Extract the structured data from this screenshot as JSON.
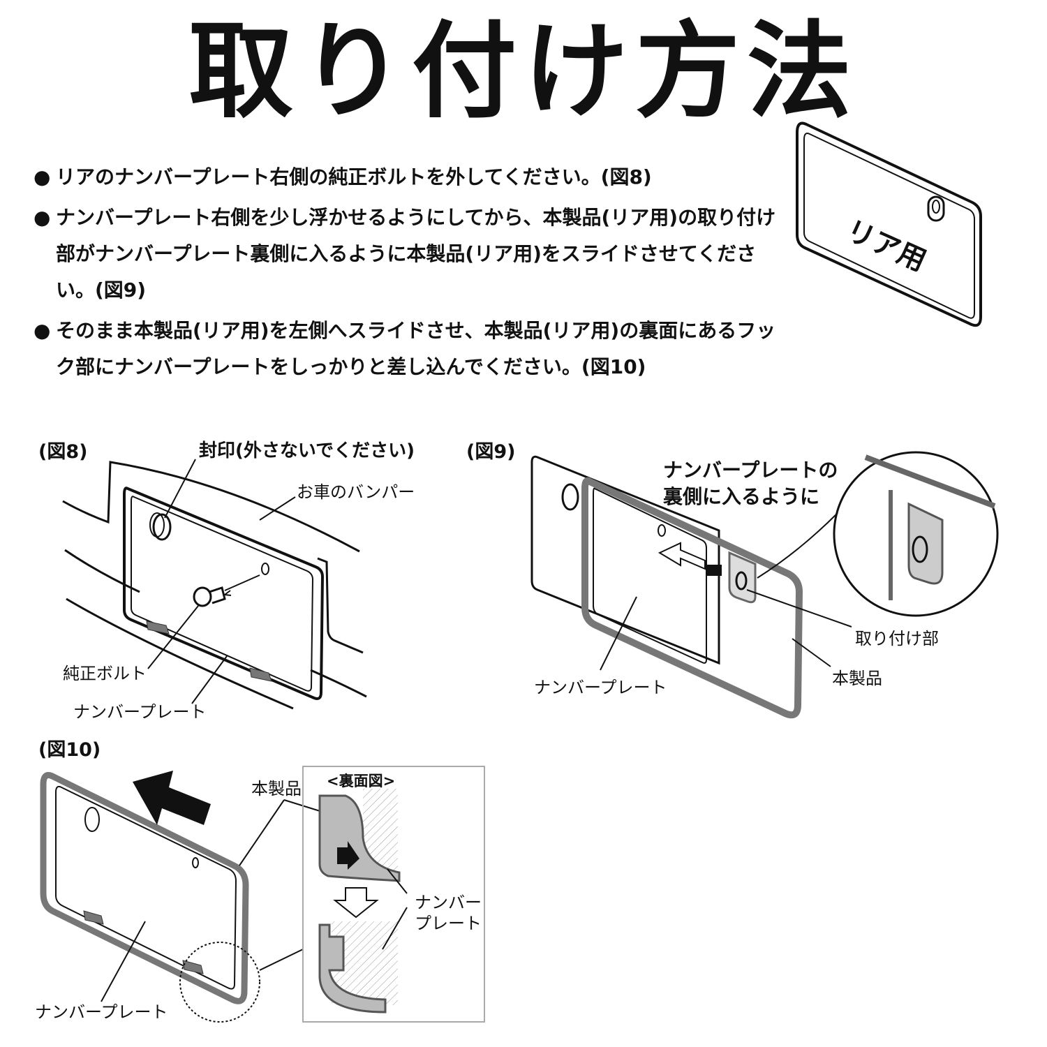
{
  "title": "取り付け方法",
  "rear_badge": "リア用",
  "instructions": [
    {
      "bullet": "●",
      "text": "リアのナンバープレート右側の純正ボルトを外してください。(図8)"
    },
    {
      "bullet": "●",
      "text": "ナンバープレート右側を少し浮かせるようにしてから、本製品(リア用)の取り付け部がナンバープレート裏側に入るように本製品(リア用)をスライドさせてください。(図9)"
    },
    {
      "bullet": "●",
      "text": "そのまま本製品(リア用)を左側へスライドさせ、本製品(リア用)の裏面にあるフック部にナンバープレートをしっかりと差し込んでください。(図10)"
    }
  ],
  "fig8": {
    "label": "(図8)",
    "seal": "封印(外さないでください)",
    "bumper": "お車のバンパー",
    "bolt": "純正ボルト",
    "plate": "ナンバープレート"
  },
  "fig9": {
    "label": "(図9)",
    "note_line1": "ナンバープレートの",
    "note_line2": "裏側に入るように",
    "mount": "取り付け部",
    "product": "本製品",
    "plate": "ナンバープレート"
  },
  "fig10": {
    "label": "(図10)",
    "product": "本製品",
    "back_view": "<裏面図>",
    "plate_line1": "ナンバー",
    "plate_line2": "プレート",
    "plate": "ナンバープレート"
  }
}
